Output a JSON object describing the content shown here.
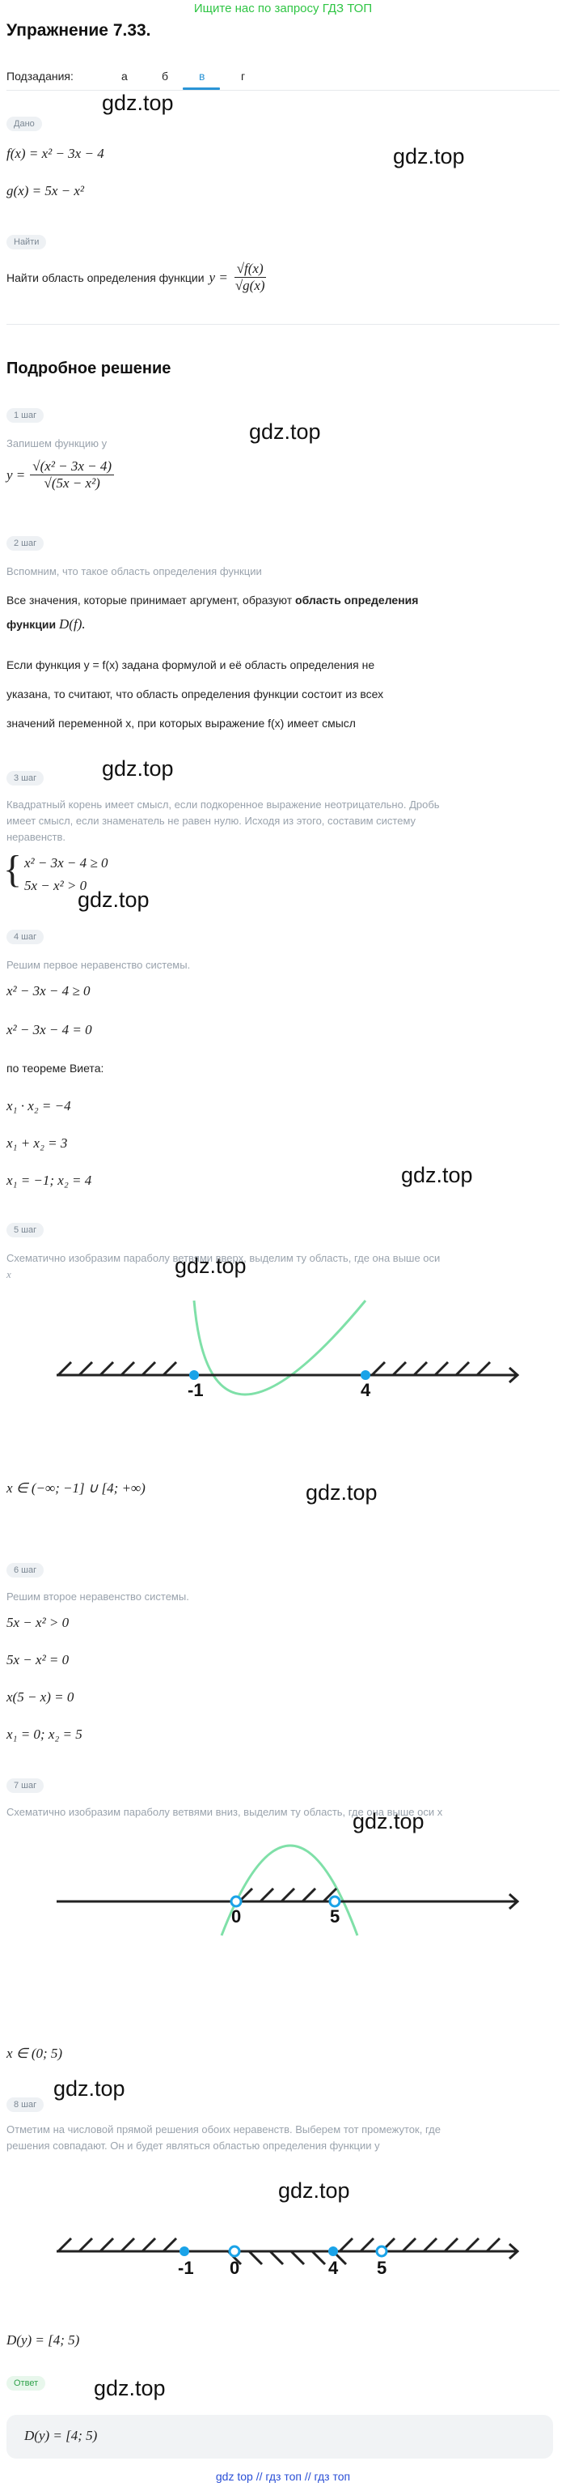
{
  "banner": "Ищите нас по запросу ГДЗ ТОП",
  "title": "Упражнение 7.33.",
  "subtasks": {
    "label": "Подзадания:",
    "items": [
      "а",
      "б",
      "в",
      "г"
    ],
    "active": "в"
  },
  "watermark": "gdz.top",
  "given": {
    "badge": "Дано",
    "f": "f(x) = x² − 3x − 4",
    "g": "g(x) = 5x − x²"
  },
  "find": {
    "badge": "Найти",
    "text": "Найти область определения функции",
    "formula_lhs": "y =",
    "formula_num": "√f(x)",
    "formula_den": "√g(x)"
  },
  "solution_title": "Подробное решение",
  "steps": {
    "s1": {
      "badge": "1 шаг",
      "note": "Запишем функцию y",
      "lhs": "y =",
      "num": "√(x² − 3x − 4)",
      "den": "√(5x − x²)"
    },
    "s2": {
      "badge": "2 шаг",
      "note": "Вспомним, что такое область определения функции",
      "p1a": "Все значения, которые принимает аргумент, образуют",
      "p1b": "область определения",
      "p1c": "функции",
      "p1d": "D(f).",
      "p2": "Если функция y = f(x) задана формулой и её область определения не",
      "p3": "указана, то считают, что область определения функции состоит из всех",
      "p4": "значений переменной x, при которых выражение f(x) имеет смысл"
    },
    "s3": {
      "badge": "3 шаг",
      "note1": "Квадратный корень имеет смысл, если подкоренное выражение неотрицательно. Дробь",
      "note2": "имеет смысл, если знаменатель не равен нулю. Исходя из этого, составим систему",
      "note3": "неравенств.",
      "sys1": "x² − 3x − 4 ≥ 0",
      "sys2": "5x − x² > 0"
    },
    "s4": {
      "badge": "4 шаг",
      "note": "Решим первое неравенство системы.",
      "l1": "x² − 3x − 4 ≥ 0",
      "l2": "x² − 3x − 4 = 0",
      "l3": "по теореме Виета:",
      "l4": "x₁ · x₂ = −4",
      "l5": "x₁ + x₂ = 3",
      "l6": "x₁ = −1;  x₂ = 4"
    },
    "s5": {
      "badge": "5 шаг",
      "note1": "Схематично изобразим параболу ветвями вверх, выделим ту область, где она выше оси",
      "note2": "x",
      "ticks": [
        "-1",
        "4"
      ],
      "result": "x ∈ (−∞; −1] ∪ [4; +∞)"
    },
    "s6": {
      "badge": "6 шаг",
      "note": "Решим второе неравенство системы.",
      "l1": "5x − x² > 0",
      "l2": "5x − x² = 0",
      "l3": "x(5 − x) = 0",
      "l4": "x₁ = 0;  x₂ = 5"
    },
    "s7": {
      "badge": "7 шаг",
      "note": "Схематично изобразим параболу ветвями вниз, выделим ту область, где она выше оси x",
      "ticks": [
        "0",
        "5"
      ],
      "result": "x ∈ (0; 5)"
    },
    "s8": {
      "badge": "8 шаг",
      "note1": "Отметим на числовой прямой решения обоих неравенств. Выберем тот промежуток, где",
      "note2": "решения совпадают. Он и будет являться областью определения функции y",
      "ticks": [
        "-1",
        "0",
        "4",
        "5"
      ],
      "result": "D(y) = [4; 5)"
    }
  },
  "answer": {
    "badge": "Ответ",
    "value": "D(y) = [4; 5)"
  },
  "footer": "gdz top  //  гдз топ  //  гдз топ",
  "colors": {
    "banner": "#2fc544",
    "accent": "#2a94d6",
    "point": "#1aa3e8",
    "parabola": "#7fe0a8",
    "footer": "#2a4fd6"
  }
}
